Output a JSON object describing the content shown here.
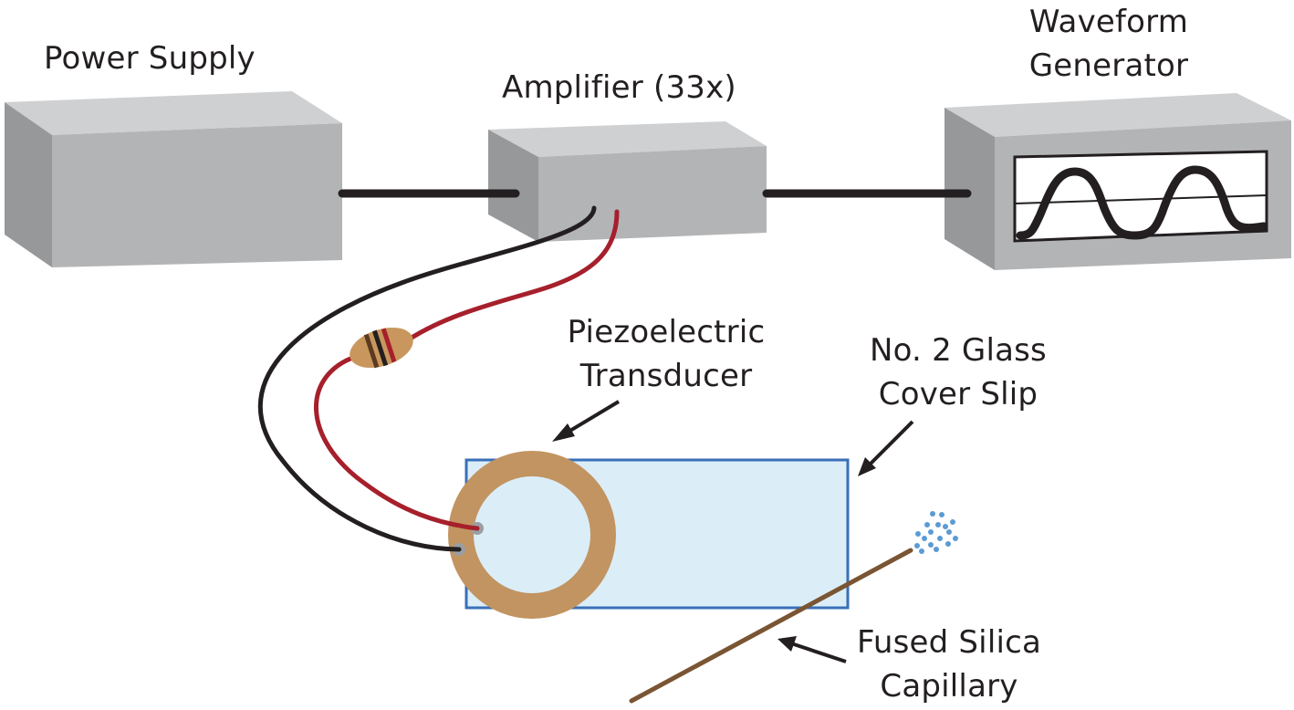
{
  "labels": {
    "power_supply": "Power Supply",
    "amplifier": "Amplifier (33x)",
    "waveform_generator": [
      "Waveform",
      "Generator"
    ],
    "piezo": [
      "Piezoelectric",
      "Transducer"
    ],
    "cover_slip": [
      "No. 2 Glass",
      "Cover Slip"
    ],
    "capillary": [
      "Fused Silica",
      "Capillary"
    ]
  },
  "colors": {
    "box_front": "#b3b4b6",
    "box_top": "#cfd0d2",
    "box_side": "#97989a",
    "cable": "#231f20",
    "red_wire": "#a6202c",
    "resistor": "#c9975d",
    "piezo_ring": "#c29461",
    "cover_slip_fill": "#dbeef8",
    "cover_slip_stroke": "#3a6fb7",
    "capillary": "#7a5533",
    "droplets": "#5b9bd5",
    "solder_dot": "#9b9ea3",
    "text": "#231f20"
  }
}
